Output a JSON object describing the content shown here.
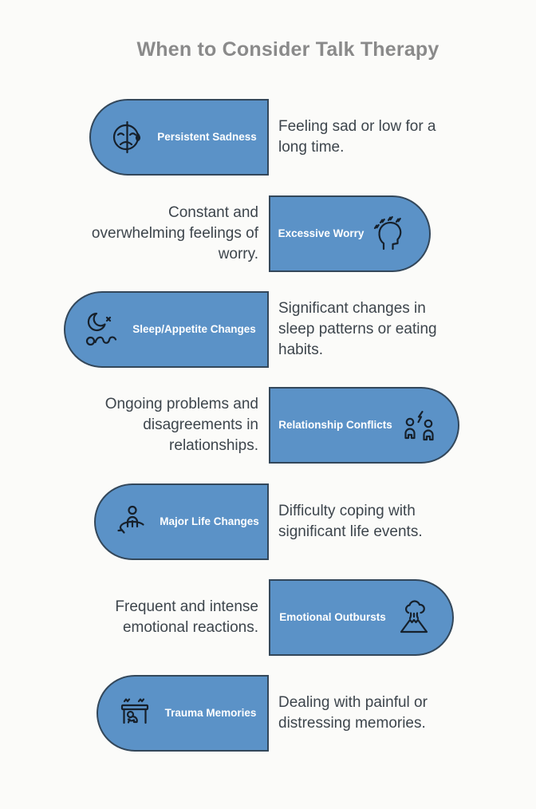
{
  "title": "When to Consider Talk Therapy",
  "colors": {
    "pill_fill": "#5B92C7",
    "pill_border": "#33475A",
    "label_text": "#FFFFFF",
    "desc_text": "#3D454C",
    "title_text": "#8A8A8A",
    "icon_stroke": "#16202B",
    "background": "#FBFBF9"
  },
  "rows": [
    {
      "side": "left",
      "label": "Persistent Sadness",
      "icon": "sad-split-face-icon",
      "description": "Feeling sad or low for a long time."
    },
    {
      "side": "right",
      "label": "Excessive Worry",
      "icon": "anxious-head-icon",
      "description": "Constant and overwhelming feelings of worry."
    },
    {
      "side": "left",
      "label": "Sleep/Appetite Changes",
      "icon": "moon-sleeping-person-icon",
      "description": "Significant changes in sleep patterns or eating habits."
    },
    {
      "side": "right",
      "label": "Relationship Conflicts",
      "icon": "people-conflict-icon",
      "description": "Ongoing problems and disagreements in relationships."
    },
    {
      "side": "left",
      "label": "Major Life Changes",
      "icon": "person-cycle-icon",
      "description": "Difficulty coping with significant life events."
    },
    {
      "side": "right",
      "label": "Emotional Outbursts",
      "icon": "volcano-eruption-icon",
      "description": "Frequent and intense emotional reactions."
    },
    {
      "side": "left",
      "label": "Trauma Memories",
      "icon": "crawling-person-icon",
      "description": "Dealing with painful or distressing memories."
    }
  ]
}
